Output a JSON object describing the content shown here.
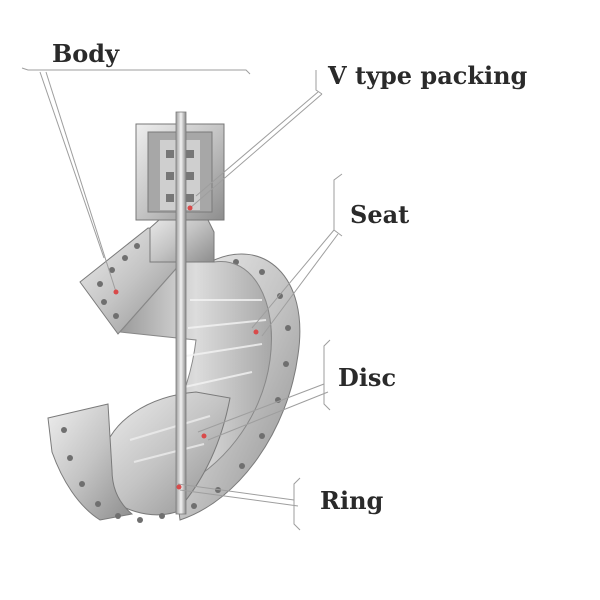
{
  "labels": {
    "body": "Body",
    "v_type_packing": "V type packing",
    "seat": "Seat",
    "disc": "Disc",
    "ring": "Ring"
  },
  "colors": {
    "metal_light": "#d9d9d9",
    "metal_mid": "#b3b3b3",
    "metal_dark": "#8a8a8a",
    "leader": "#9e9e9e",
    "marker": "#d84a4a",
    "text": "#2a2a2a"
  }
}
